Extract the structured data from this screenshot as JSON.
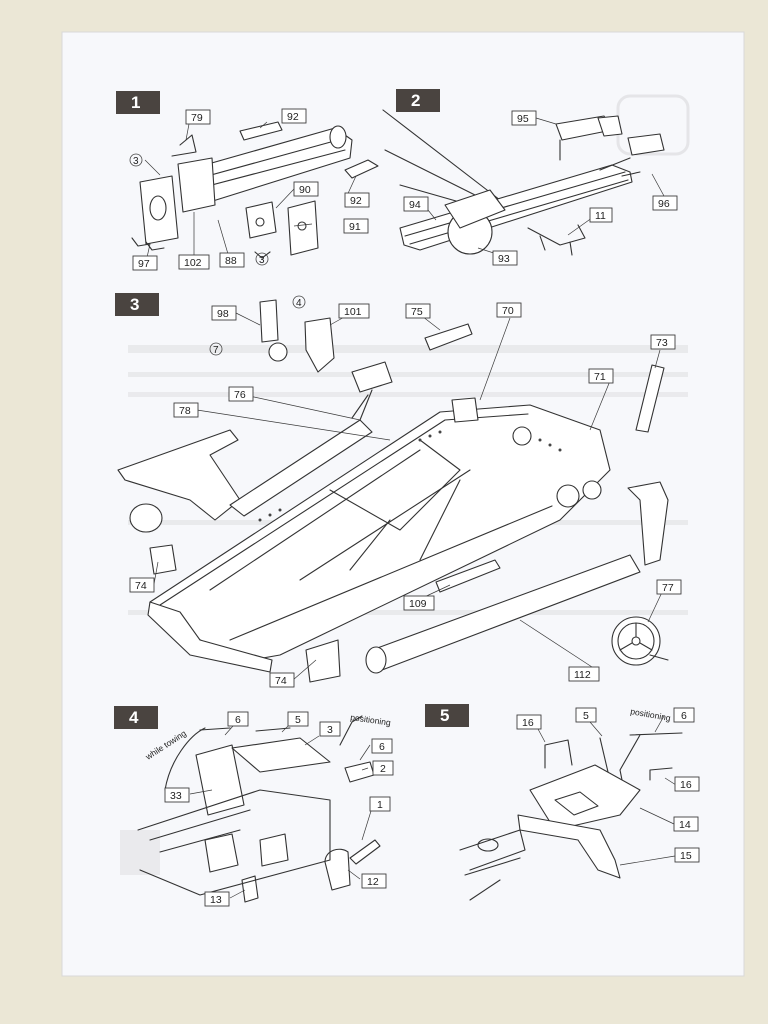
{
  "colors": {
    "background": "#ebe7d6",
    "sheet": "#f7f8fb",
    "badge": "#4a4440",
    "ink": "#333333"
  },
  "steps": [
    {
      "number": "1",
      "callouts": [
        "79",
        "92",
        "92",
        "90",
        "91",
        "88",
        "102",
        "97"
      ],
      "circled": [
        "3",
        "3"
      ]
    },
    {
      "number": "2",
      "callouts": [
        "95",
        "96",
        "94",
        "93",
        "11"
      ]
    },
    {
      "number": "3",
      "callouts": [
        "98",
        "101",
        "75",
        "70",
        "73",
        "71",
        "76",
        "78",
        "74",
        "74",
        "109",
        "77",
        "112"
      ],
      "circled": [
        "4",
        "7"
      ]
    },
    {
      "number": "4",
      "callouts": [
        "6",
        "5",
        "3",
        "6",
        "2",
        "33",
        "1",
        "12",
        "13"
      ],
      "notes": [
        "while towing",
        "positioning"
      ]
    },
    {
      "number": "5",
      "callouts": [
        "16",
        "5",
        "6",
        "16",
        "14",
        "15"
      ],
      "notes": [
        "positioning"
      ]
    }
  ]
}
